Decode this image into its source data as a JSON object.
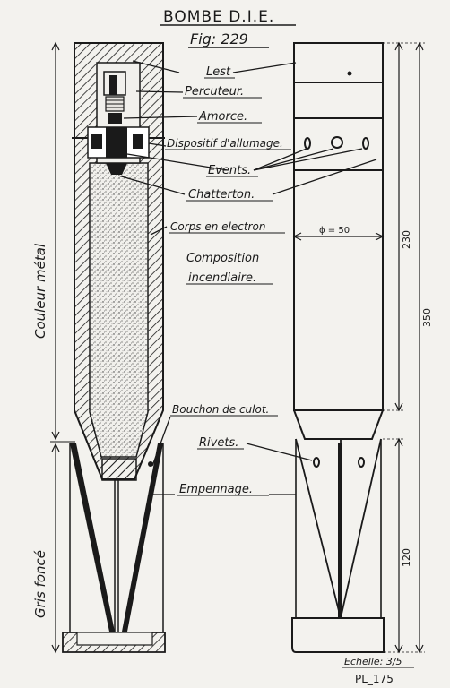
{
  "title": "BOMBE D.I.E.",
  "figure": "Fig: 229",
  "labels": {
    "lest": "Lest",
    "percuteur": "Percuteur.",
    "amorce": "Amorce.",
    "dispositif": "Dispositif d'allumage.",
    "events": "Events.",
    "chatterton": "Chatterton.",
    "corps": "Corps en electron",
    "composition_1": "Composition",
    "composition_2": "incendiaire.",
    "bouchon": "Bouchon de culot.",
    "rivets": "Rivets.",
    "empennage": "Empennage."
  },
  "side_labels": {
    "couleur": "Couleur métal",
    "gris": "Gris foncé"
  },
  "dimensions": {
    "diameter": "ϕ = 50",
    "d230": "230",
    "d350": "350",
    "d120": "120"
  },
  "scale": "Echelle: 3/5",
  "plate": "PL_175"
}
